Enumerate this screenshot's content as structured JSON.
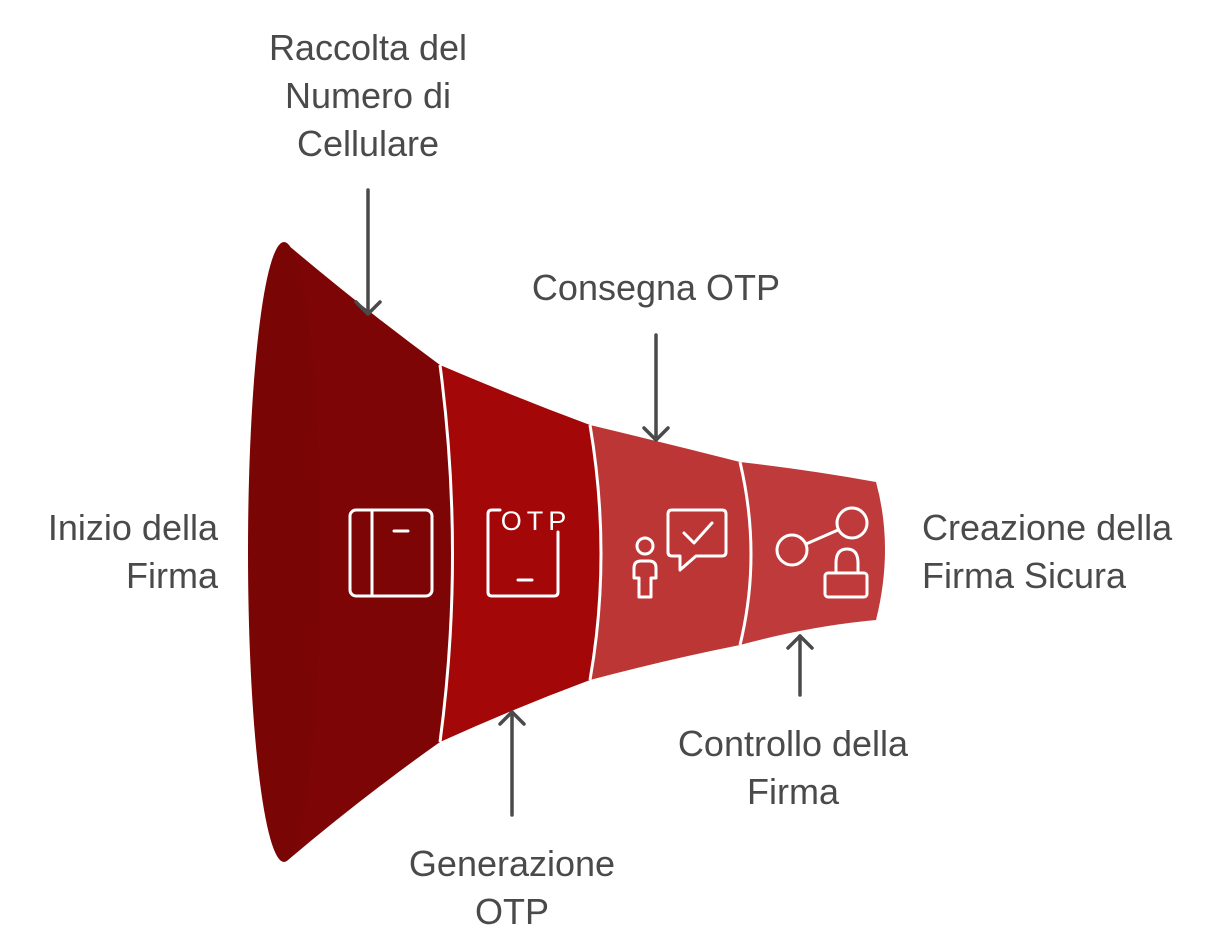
{
  "colors": {
    "rim": "#7a0505",
    "segment_1": "#7d0505",
    "segment_2": "#a30707",
    "segment_3": "#bd3636",
    "segment_4": "#bf3a3a",
    "text": "#4a4a4a",
    "arrow": "#4a4a4a",
    "icon_stroke": "#ffffff"
  },
  "labels": {
    "start": [
      "Inizio della",
      "Firma"
    ],
    "step1": [
      "Raccolta del",
      "Numero di",
      "Cellulare"
    ],
    "step2": [
      "Generazione",
      "OTP"
    ],
    "step3": [
      "Consegna OTP"
    ],
    "step4": [
      "Controllo della",
      "Firma"
    ],
    "end": [
      "Creazione della",
      "Firma Sicura"
    ]
  },
  "icons": {
    "step1": "phone-panel-icon",
    "step2": "otp-document-icon",
    "step3": "person-message-check-icon",
    "step4": "key-lock-icon"
  },
  "otp_icon_text": "OTP"
}
